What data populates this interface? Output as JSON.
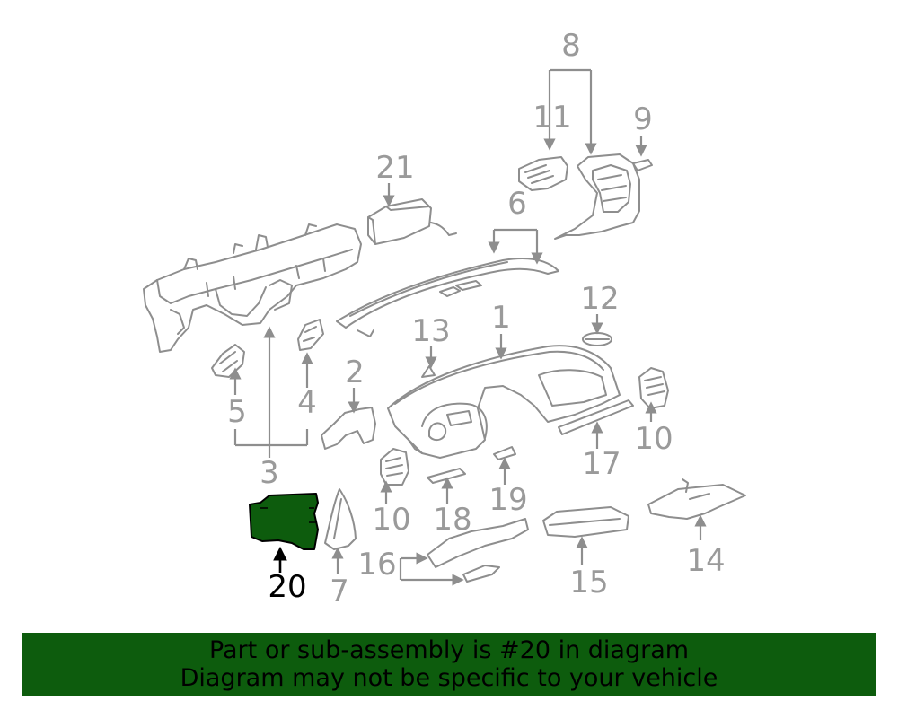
{
  "highlight_color": "#0d5c0d",
  "callouts": {
    "c1": "1",
    "c2": "2",
    "c3": "3",
    "c4": "4",
    "c5": "5",
    "c6": "6",
    "c7": "7",
    "c8": "8",
    "c9": "9",
    "c10a": "10",
    "c10b": "10",
    "c11": "11",
    "c12": "12",
    "c13": "13",
    "c14": "14",
    "c15": "15",
    "c16": "16",
    "c17": "17",
    "c18": "18",
    "c19": "19",
    "c20": "20",
    "c21": "21"
  },
  "banner": {
    "line1": "Part or sub-assembly is #20 in diagram",
    "line2": "Diagram may not be specific to your vehicle"
  }
}
